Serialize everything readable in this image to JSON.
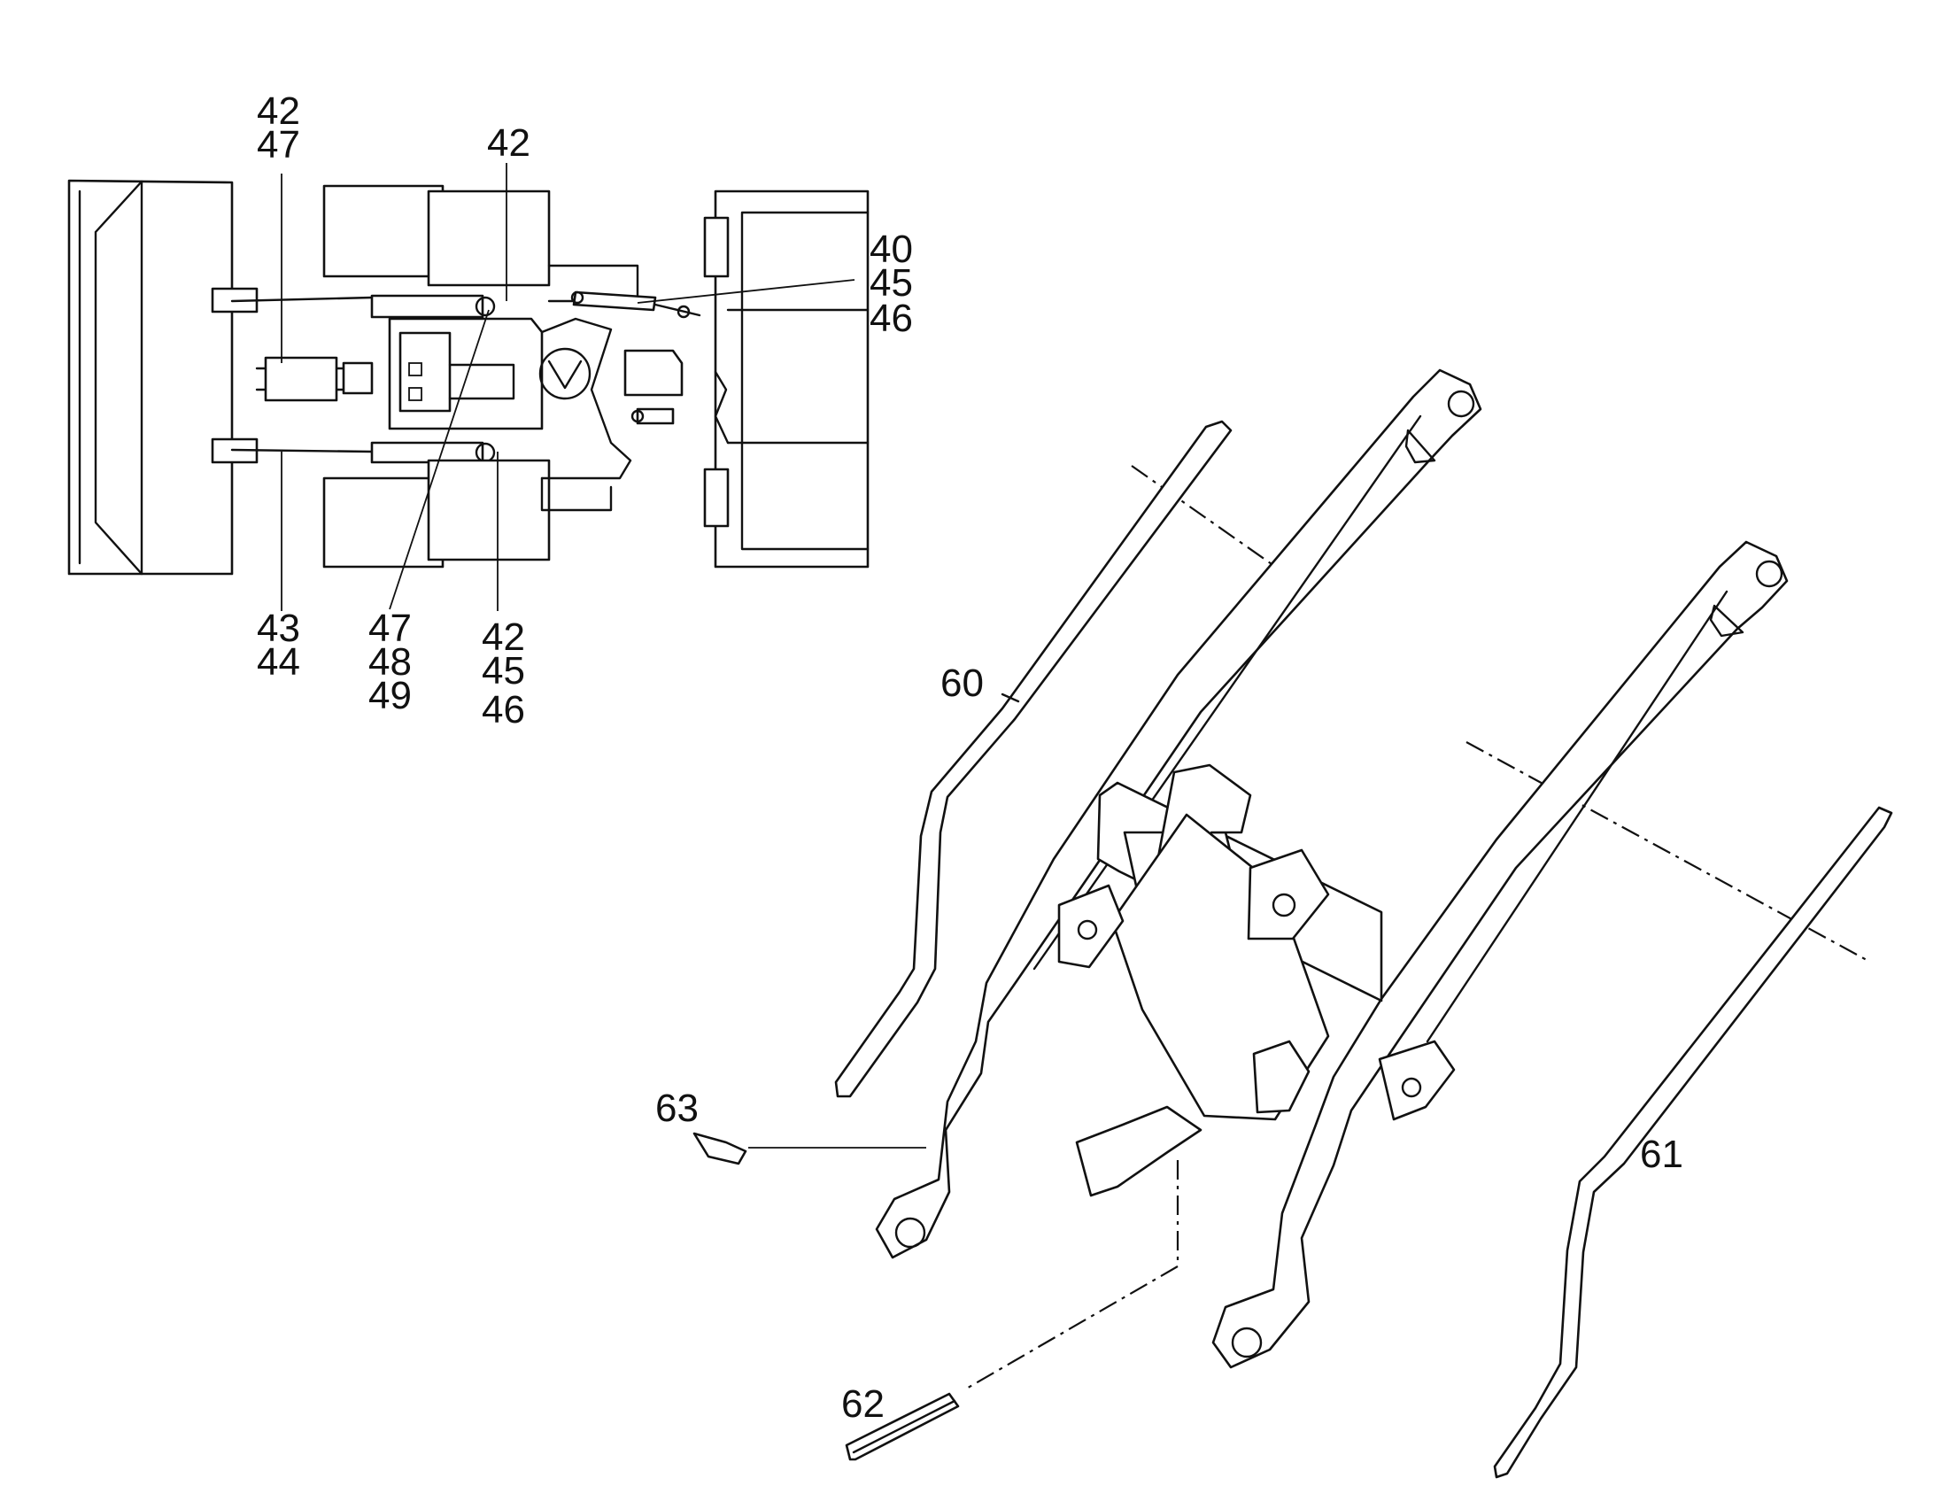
{
  "callouts": {
    "c42_47_top": [
      "42",
      "47"
    ],
    "c42_mid": [
      "42"
    ],
    "c40_45_46": [
      "40",
      "45",
      "46"
    ],
    "c43_44": [
      "43",
      "44"
    ],
    "c47_48_49": [
      "47",
      "48",
      "49"
    ],
    "c42_45_46_bottom": [
      "42",
      "45",
      "46"
    ],
    "c60": [
      "60"
    ],
    "c61": [
      "61"
    ],
    "c62": [
      "62"
    ],
    "c63": [
      "63"
    ]
  }
}
